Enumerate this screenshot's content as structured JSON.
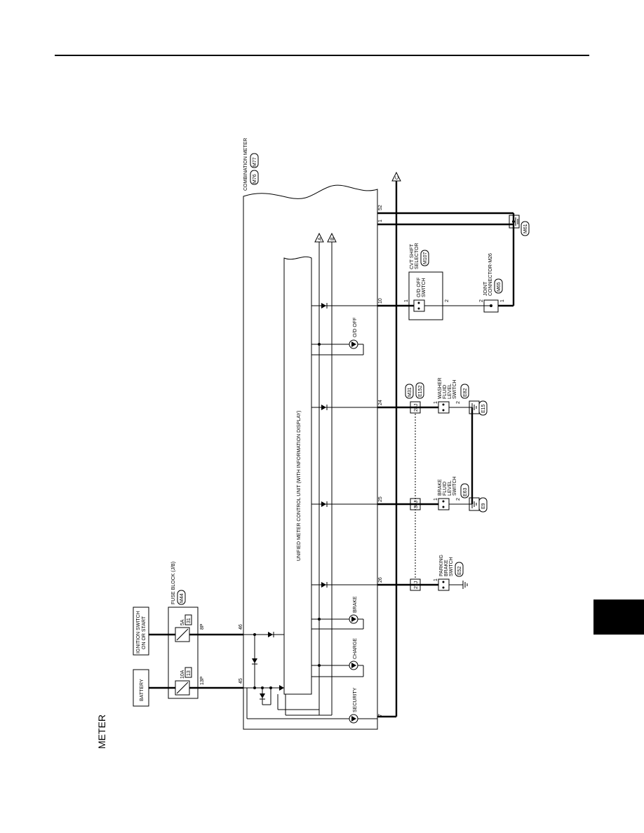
{
  "page": {
    "section_title": "METER",
    "side_tab_color": "#000000"
  },
  "diagram": {
    "combination_meter": {
      "label": "COMBINATION METER",
      "connectors": [
        "M76",
        "M77"
      ],
      "control_unit_label": "UNIFIED METER CONTROL UNIT (WITH INFORMATION DISPLAY)"
    },
    "power": {
      "battery": "BATTERY",
      "ignition_switch": "IGNITION SWITCH ON OR START",
      "fuse_block": "FUSE BLOCK (J/B)",
      "fuse_block_connector": "M44",
      "fuse_10a": {
        "rating": "10A",
        "number": "13",
        "terminal": "13P"
      },
      "fuse_5a": {
        "rating": "5A",
        "number": "31",
        "terminal": "8P"
      }
    },
    "terminals": {
      "t45": "45",
      "t46": "46",
      "t7": "7",
      "t26": "26",
      "t25": "25",
      "t24": "24",
      "t10": "10",
      "t1": "1",
      "t52": "52"
    },
    "indicators": {
      "security": "SECURITY",
      "charge": "CHARGE",
      "brake": "BRAKE",
      "od_off": "O/D OFF"
    },
    "references": {
      "a": "A",
      "b": "B",
      "c": "C"
    },
    "switches": {
      "parking_brake": {
        "label": "PARKING BRAKE SWITCH",
        "connector": "E52",
        "pin": "1"
      },
      "brake_fluid": {
        "label": "BRAKE FLUID LEVEL SWITCH",
        "connector": "E63",
        "pin1": "1",
        "pin2": "2"
      },
      "washer_fluid": {
        "label": "WASHER FLUID LEVEL SWITCH",
        "connector": "E82",
        "pin1": "1",
        "pin2": "2"
      },
      "od_off_switch": {
        "label": "O/D OFF SWITCH",
        "pin1": "1",
        "pin2": "2"
      },
      "cvt_shift_selector": {
        "label": "CVT SHIFT SELECTOR",
        "connector": "M107"
      }
    },
    "joint_connectors": {
      "j27": "27J",
      "j30": "30J",
      "j28": "28J",
      "m31": "M31",
      "e152": "E152"
    },
    "joint_connector_m26": {
      "label": "JOINT CONNECTOR-M26",
      "connector": "M65",
      "pin1": "1",
      "pin2": "2"
    },
    "grounds": {
      "e9": "E9",
      "e15": "E15",
      "m61": "M61"
    }
  }
}
